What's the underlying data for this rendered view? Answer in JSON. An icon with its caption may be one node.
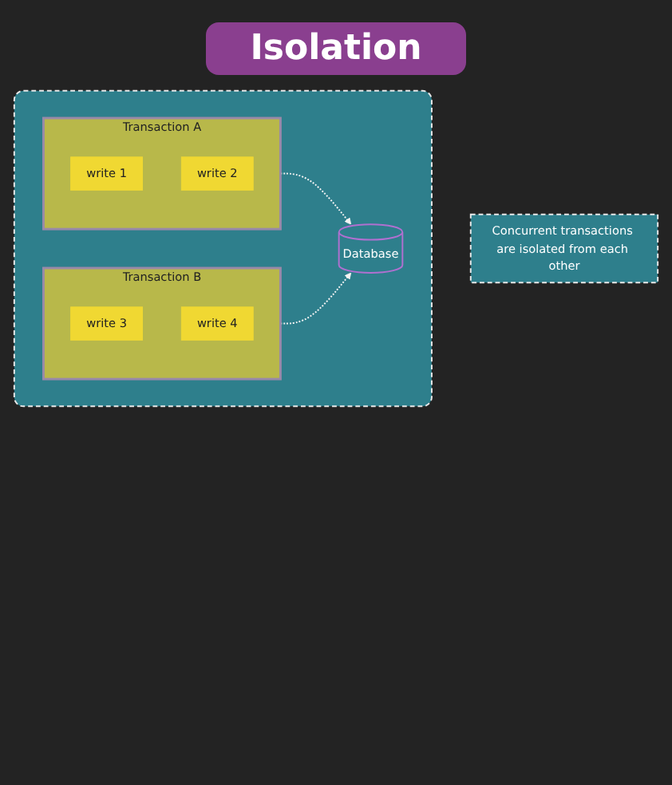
{
  "diagram": {
    "title": "Isolation",
    "nodes": [
      {
        "text": [
          "Concurrent transactions are isolated from each other"
        ]
      },
      {
        "text": [],
        "shape": "box"
      },
      {
        "text": [
          "Transaction A"
        ],
        "in": 1
      },
      {
        "text": [
          "write 1"
        ],
        "in": 2
      },
      {
        "text": [
          "write 2"
        ],
        "in": 2
      },
      {
        "text": [
          "Transaction B"
        ],
        "in": 1
      },
      {
        "text": [
          "write 3"
        ],
        "in": 5
      },
      {
        "text": [
          "write 4"
        ],
        "in": 5
      },
      {
        "text": [
          "Database"
        ],
        "in": 1
      }
    ],
    "edges": [
      {
        "from": 2,
        "to": 8,
        "arrow": "to",
        "style": "dashed"
      },
      {
        "from": 5,
        "to": 8,
        "arrow": "to",
        "style": "dashed"
      }
    ]
  }
}
